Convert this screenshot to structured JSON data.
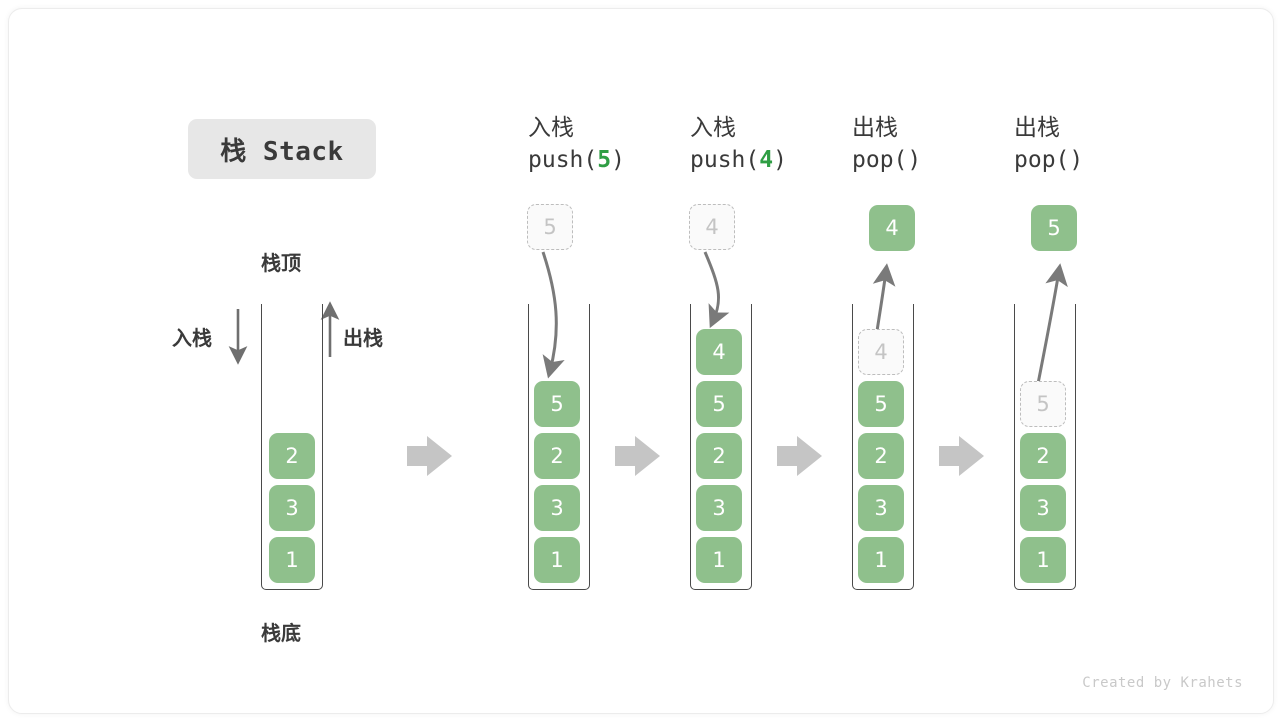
{
  "title": {
    "badge": "栈 Stack"
  },
  "labels": {
    "top": "栈顶",
    "bottom": "栈底",
    "push_side": "入栈",
    "pop_side": "出栈"
  },
  "colors": {
    "cell_green": "#8fc08c",
    "accent_green": "#2f9e44",
    "ghost_border": "#bdbdbd",
    "ghost_text": "#c4c4c4",
    "arrow_gray": "#7a7a7a",
    "step_arrow_gray": "#c5c5c5",
    "badge_bg": "#e7e7e7",
    "text_dark": "#3a3a3a",
    "container_border": "#4a4a4a"
  },
  "icons": {
    "step_arrow": "step-arrow-right-icon",
    "push_arrow": "curved-arrow-down-icon",
    "pop_arrow": "curved-arrow-up-icon",
    "side_push_arrow": "arrow-down-icon",
    "side_pop_arrow": "arrow-up-icon"
  },
  "columns": [
    {
      "id": "initial",
      "header_line1": "",
      "header_line2": "",
      "stack": [
        "2",
        "3",
        "1"
      ],
      "ghost_top": null,
      "float_cell": null
    },
    {
      "id": "push-5",
      "header_line1": "入栈",
      "header_line2_pre": "push(",
      "header_line2_num": "5",
      "header_line2_post": ")",
      "stack": [
        "5",
        "2",
        "3",
        "1"
      ],
      "ghost_float": "5",
      "float_cell": null
    },
    {
      "id": "push-4",
      "header_line1": "入栈",
      "header_line2_pre": "push(",
      "header_line2_num": "4",
      "header_line2_post": ")",
      "stack": [
        "4",
        "5",
        "2",
        "3",
        "1"
      ],
      "ghost_float": "4",
      "float_cell": null
    },
    {
      "id": "pop-1",
      "header_line1": "出栈",
      "header_line2_pre": "pop(",
      "header_line2_num": "",
      "header_line2_post": ")",
      "stack": [
        "5",
        "2",
        "3",
        "1"
      ],
      "ghost_in_stack": "4",
      "float_cell": "4"
    },
    {
      "id": "pop-2",
      "header_line1": "出栈",
      "header_line2_pre": "pop(",
      "header_line2_num": "",
      "header_line2_post": ")",
      "stack": [
        "2",
        "3",
        "1"
      ],
      "ghost_in_stack": "5",
      "float_cell": "5"
    }
  ],
  "footer": {
    "credit": "Created by Krahets"
  }
}
